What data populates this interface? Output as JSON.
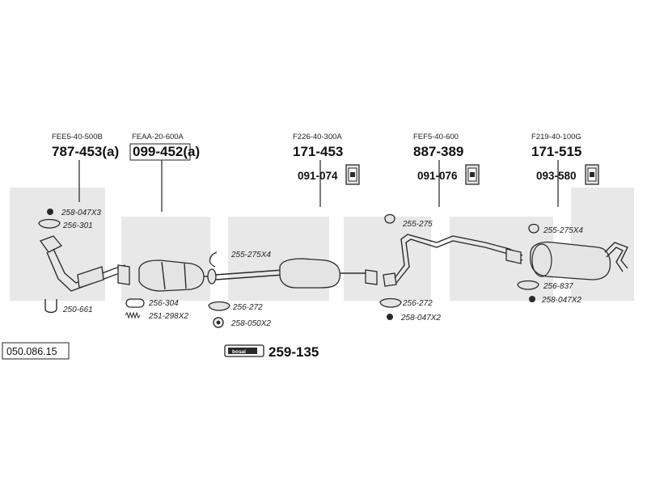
{
  "catalog_number": "050.086.15",
  "brand_word": "bosal",
  "colors": {
    "watermark": "#e8e8e8",
    "outline": "#2a2a2a",
    "part_fill": "#e4e4e4"
  },
  "assemblies": [
    {
      "oe_code": "FEE5-40-500B",
      "part_number": "787-453(a)",
      "boxed": false
    },
    {
      "oe_code": "FEAA-20-600A",
      "part_number": "099-452(a)",
      "boxed": true
    },
    {
      "oe_code": "F226-40-300A",
      "part_number": "171-453",
      "boxed": false
    },
    {
      "oe_code": "FEF5-40-600",
      "part_number": "887-389",
      "boxed": false
    },
    {
      "oe_code": "F219-40-100G",
      "part_number": "171-515",
      "boxed": false
    }
  ],
  "mounts": [
    {
      "part_number": "091-074",
      "icon": "rubber-mount-icon"
    },
    {
      "part_number": "091-076",
      "icon": "rubber-mount-icon"
    },
    {
      "part_number": "093-580",
      "icon": "rubber-mount-icon"
    }
  ],
  "hardware": {
    "h1": "258-047X3",
    "h2": "256-301",
    "h3": "250-661",
    "h4": "256-304",
    "h5": "251-298X2",
    "h6": "255-275X4",
    "h7": "256-272",
    "h8": "258-050X2",
    "h9": "255-275",
    "h10": "256-272",
    "h11": "258-047X2",
    "h12": "255-275X4",
    "h13": "256-837",
    "h14": "258-047X2"
  },
  "kit": {
    "part_number": "259-135",
    "icon": "bosal-tube-icon"
  }
}
